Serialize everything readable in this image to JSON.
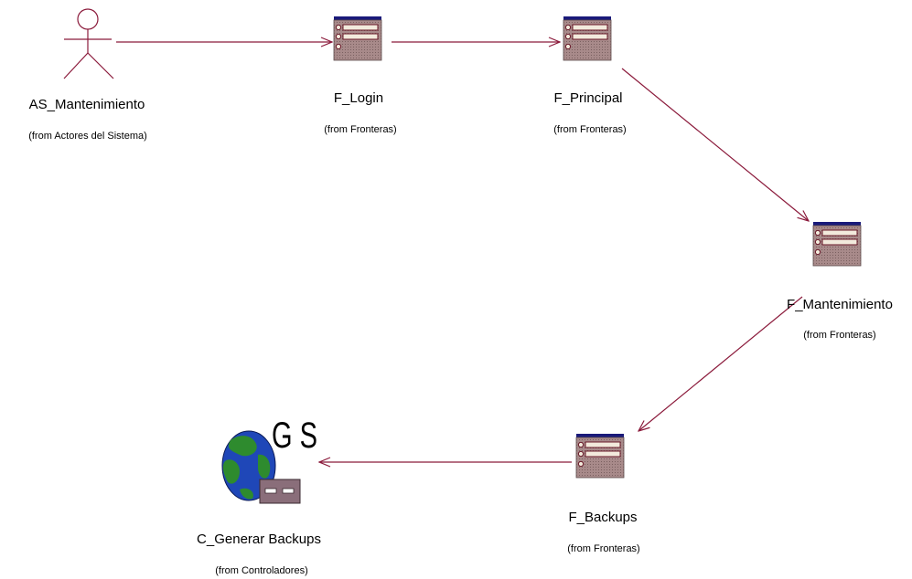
{
  "diagram": {
    "colors": {
      "link": "#8b1a3b",
      "form_title_bar": "#1a1a7a",
      "form_body": "#a88a8a",
      "form_field": "#f2eadc",
      "globe_ocean": "#1f47b8",
      "globe_land": "#2e8b2e",
      "server_box": "#8a6e7a"
    },
    "actor": {
      "name": "AS_Mantenimiento",
      "from": "(from Actores del Sistema)"
    },
    "boundaries": [
      {
        "id": "f-login",
        "name": "F_Login",
        "from": "(from Fronteras)"
      },
      {
        "id": "f-principal",
        "name": "F_Principal",
        "from": "(from Fronteras)"
      },
      {
        "id": "f-mantenimiento",
        "name": "F_Mantenimiento",
        "from": "(from Fronteras)"
      },
      {
        "id": "f-backups",
        "name": "F_Backups",
        "from": "(from Fronteras)"
      }
    ],
    "controller": {
      "name": "C_Generar Backups",
      "from": "(from Controladores)",
      "logo_text": "G S"
    },
    "links": [
      {
        "from": "AS_Mantenimiento",
        "to": "F_Login"
      },
      {
        "from": "F_Login",
        "to": "F_Principal"
      },
      {
        "from": "F_Principal",
        "to": "F_Mantenimiento"
      },
      {
        "from": "F_Mantenimiento",
        "to": "F_Backups"
      },
      {
        "from": "F_Backups",
        "to": "C_Generar Backups"
      }
    ]
  }
}
